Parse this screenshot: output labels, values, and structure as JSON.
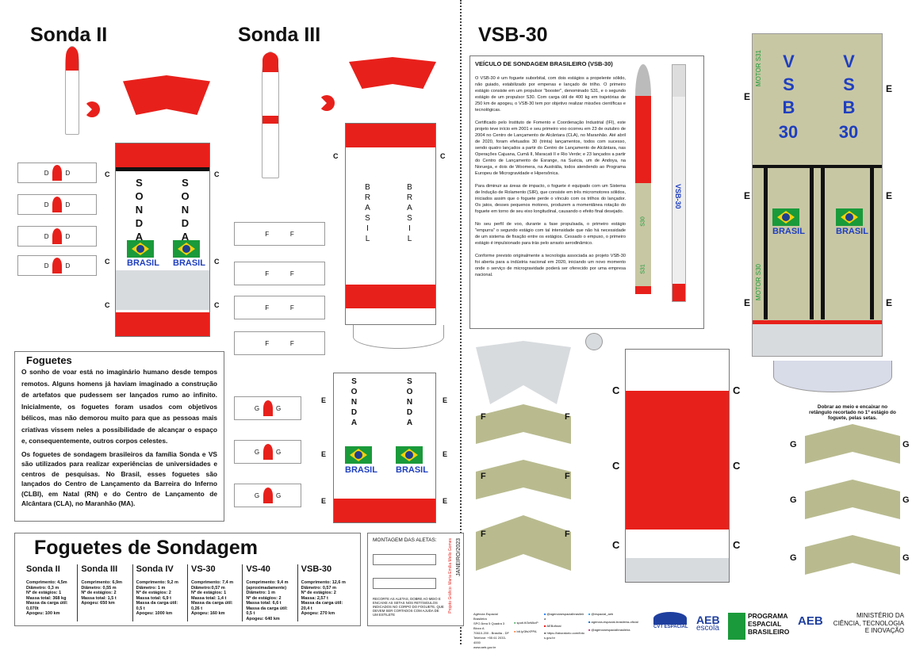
{
  "titles": {
    "sonda2": "Sonda II",
    "sonda3": "Sonda III",
    "vsb30": "VSB-30"
  },
  "labels": {
    "c": "C",
    "d": "D",
    "e": "E",
    "f": "F",
    "g": "G"
  },
  "model_text": {
    "sonda": "SONDA",
    "brasil": "BRASIL",
    "brasil_v": "BRASIL",
    "vsb": "VSB",
    "n30": "30",
    "motor_s31": "MOTOR S31",
    "motor_s30": "MOTOR S30",
    "s30": "S30",
    "s31": "S31"
  },
  "foguetes": {
    "heading": "Foguetes",
    "p1": "O sonho de voar está no imaginário humano desde tempos remotos. Alguns homens já haviam imaginado a construção de artefatos que pudessem ser lançados rumo ao infinito. Inicialmente, os foguetes foram usados com objetivos bélicos, mas não demorou muito para que as pessoas mais criativas vissem neles a possibilidade de alcançar o espaço e, consequentemente, outros corpos celestes.",
    "p2": "Os foguetes de sondagem brasileiros da família Sonda e VS são utilizados para realizar experiências de universidades e centros de pesquisas. No Brasil, esses foguetes são lançados do Centro de Lançamento da Barreira do Inferno (CLBI), em Natal (RN) e do Centro de Lançamento de Alcântara (CLA), no Maranhão (MA)."
  },
  "table": {
    "title": "Foguetes de Sondagem",
    "rockets": [
      {
        "name": "Sonda II",
        "lines": [
          "Comprimento: 4,5m",
          "Diâmetro: 0,3 m",
          "Nº de estágios: 1",
          "Massa total: 368 kg",
          "Massa da carga útil: 0,070t",
          "Apogeu: 100 km"
        ]
      },
      {
        "name": "Sonda III",
        "lines": [
          "Comprimento: 6,9m",
          "Diâmetro: 0,55 m",
          "Nº de estágios: 2",
          "Massa total: 1,5 t",
          "Apogeu: 650 km"
        ]
      },
      {
        "name": "Sonda IV",
        "lines": [
          "Comprimento: 9,2 m",
          "Diâmetro: 1 m",
          "Nº de estágios: 2",
          "Massa total: 6,9 t",
          "Massa da carga útil: 0,5 t",
          "Apogeu: 1000 km"
        ]
      },
      {
        "name": "VS-30",
        "lines": [
          "Comprimento: 7,4 m",
          "Diâmetro:0,57 m",
          "Nº de estágios: 1",
          "Massa total: 1,4 t",
          "Massa da carga útil: 0,26 t",
          "Apogeu: 160 km"
        ]
      },
      {
        "name": "VS-40",
        "lines": [
          "Comprimento: 9,4 m",
          "(aproximadamente)",
          "Diâmetro: 1 m",
          "Nº de estágios: 2",
          "Massa total: 6,6 t",
          "Massa da carga útil: 0,5 t",
          "Apogeu: 640 km"
        ]
      },
      {
        "name": "VSB-30",
        "lines": [
          "Comprimento: 12,6 m",
          "Diâmetro: 0,57 m",
          "Nº de estágios: 2",
          "Massa: 2,57 t",
          "Massa da carga útil: 20,4 t",
          "Apogeu: 270 km"
        ]
      }
    ]
  },
  "montagem": {
    "title": "MONTAGEM DAS ALETAS:",
    "text": "RECORTE AS ALETAS, DOBRE AO MEIO E ENCAIXE AS SETAS NOS RETÂNGULOS INDICADOS NO CORPO DO FOGUETE, QUE DEVEM SER CORTADOS COM AJUDA DE UM ESTILETE",
    "credit": "Projeto Gráfico: Maria Emília Mello Gomes",
    "date": "JANEIRO/2023"
  },
  "vsb_info": {
    "heading": "VEÍCULO DE SONDAGEM BRASILEIRO (VSB-30)",
    "paragraphs": [
      "O VSB-30 é um foguete suborbital, com dois estágios a propelente sólido, não guiado, estabilizado por empenas e lançado de trilho. O primeiro estágio consiste em um propulsor \"booster\", denominado S31, e o segundo estágio de um propulsor S30. Com carga útil de 400 kg em trajetórias de 250 km de apogeu, o VSB-30 tem por objetivo realizar missões científicas e tecnológicas.",
      "Certificado pelo Instituto de Fomento e Coordenação Industrial (IFI), este projeto teve início em 2001 e seu primeiro voo ocorreu em 23 de outubro de 2004 no Centro de Lançamento de Alcântara (CLA), no Maranhão. Até abril de 2020, foram efetuados 30 (trinta) lançamentos, todos com sucesso, sendo quatro lançados a partir do Centro de Lançamento de Alcântara, nas Operações Cajuana, Cumã II, Maracati II e Rio Verde; e 23 lançados a partir do Centro de Lançamento de Esrange, na Suécia, um de Andoya, na Noruega, e dois de Woomera, na Austrália, todos atendendo ao Programa Europeu de Microgravidade e Hipersônica.",
      "Para diminuir as áreas de impacto, o foguete é equipado com um Sistema de Indução de Rolamento (SIR), que consiste em três micromotores sólidos, iniciados assim que o foguete perde o vínculo com os trilhos do lançador. Os jatos, desses pequenos motores, produzem a momentânea rotação do foguete em torno de seu eixo longitudinal, causando o efeito final desejado.",
      "No seu perfil de voo, durante a fase propulsada, o primeiro estágio \"empurra\" o segundo estágio com tal intensidade que não há necessidade de um sistema de fixação entre os estágios. Cessado o empuxo, o primeiro estágio é impulsionado para trás pelo arrasto aerodinâmico.",
      "Conforme previsto originalmente a tecnologia associada ao projeto VSB-30 foi aberta para a indústria nacional em 2020, iniciando um novo momento onde o serviço de microgravidade poderá ser oferecido por uma empresa nacional."
    ]
  },
  "fold_note": "Dobrar ao meio e encaixar no retângulo recortado no 1º estágio do foguete, pelas setas.",
  "footer": {
    "agency": "Agência Espacial Brasileira",
    "address": "SPO Área 5 Quadra 3 Bloco A",
    "cep": "70610-200 - Brasília - DF",
    "phone": "Telefone: +55 61 2033-4000",
    "site": "www.aeb.gov.br",
    "spotify": "spoti.fi/3eMkvP",
    "soundcloud": "bit.ly/3fsXPPA",
    "facebook": "@agenciaespacialbrasileira",
    "youtube": "AEBoficial",
    "flickr": "https://laboratorio.com/fotos.gov.br",
    "twitter": "@espacial_aeb",
    "linkedin": "agencia-espacial-brasileira-oficial",
    "instagram": "@agenciaespacialbrasileira",
    "cvt": "CVT ESPACIAL",
    "aeb_escola_1": "AEB",
    "aeb_escola_2": "escola",
    "programa": [
      "PROGRAMA",
      "ESPACIAL",
      "BRASILEIRO"
    ],
    "aeb": "AEB",
    "ministerio": [
      "MINISTÉRIO DA",
      "CIÊNCIA, TECNOLOGIA",
      "E INOVAÇÃO"
    ]
  },
  "colors": {
    "red": "#e8201b",
    "blue": "#1f3fbf",
    "olive": "#b9bb8f",
    "tan": "#c8c7a4",
    "gray": "#d8dbde"
  }
}
